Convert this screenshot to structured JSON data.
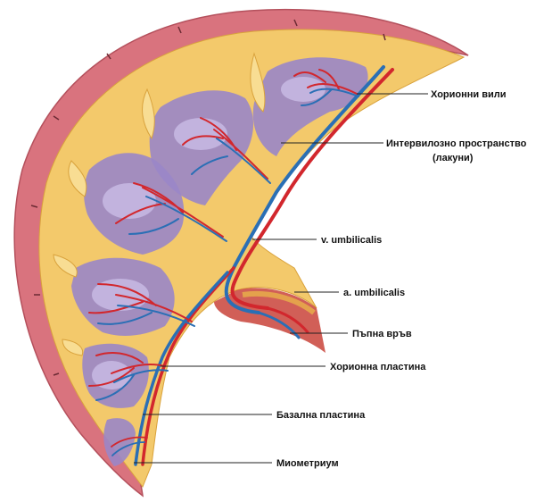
{
  "labels": {
    "chorionic_villi": "Хорионни вили",
    "intervillous_space_line1": "Интервилозно пространство",
    "intervillous_space_line2": "(лакуни)",
    "v_umbilicalis": "v. umbilicalis",
    "a_umbilicalis": "a. umbilicalis",
    "umbilical_cord": "Пъпна връв",
    "chorionic_plate": "Хорионна пластина",
    "basal_plate": "Базална пластина",
    "myometrium": "Миометриум"
  },
  "colors": {
    "myometrium": "#d9737e",
    "myometrium_inner": "#e89aa0",
    "decidua": "#f3c96b",
    "decidua_light": "#f8dd93",
    "lacunae": "#9a86c8",
    "lacunae_light": "#c9bde6",
    "artery": "#d2272d",
    "vein": "#2a6fb5",
    "cord": "#c9433a",
    "label_text": "#111111"
  }
}
